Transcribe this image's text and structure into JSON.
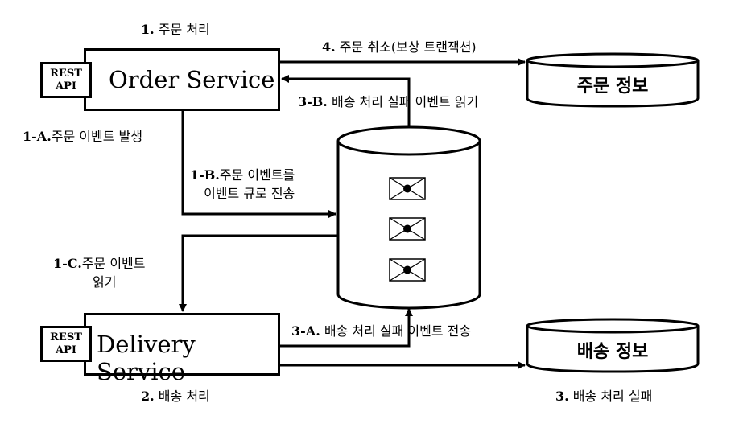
{
  "order_service": {
    "title": "Order Service",
    "rest_line1": "REST",
    "rest_line2": "API",
    "step_label_num": "1.",
    "step_label_text": "주문 처리"
  },
  "delivery_service": {
    "title": "Delivery Service",
    "rest_line1": "REST",
    "rest_line2": "API",
    "step_label_num": "2.",
    "step_label_text": "배송 처리"
  },
  "databases": {
    "order_info": "주문 정보",
    "delivery_info": "배송 정보"
  },
  "labels": {
    "l4_num": "4.",
    "l4_text": "주문 취소(보상 트랜잭션)",
    "l3b_num": "3-B.",
    "l3b_text": "배송 처리 실패 이벤트 읽기",
    "l1a_num": "1-A.",
    "l1a_text": "주문 이벤트 발생",
    "l1b_num": "1-B.",
    "l1b_text1": "주문 이벤트를",
    "l1b_text2": "이벤트 큐로 전송",
    "l1c_num": "1-C.",
    "l1c_text1": "주문 이벤트",
    "l1c_text2": "읽기",
    "l3a_num": "3-A.",
    "l3a_text": "배송 처리 실패 이벤트 전송",
    "l3_num": "3.",
    "l3_text": "배송 처리 실패"
  }
}
